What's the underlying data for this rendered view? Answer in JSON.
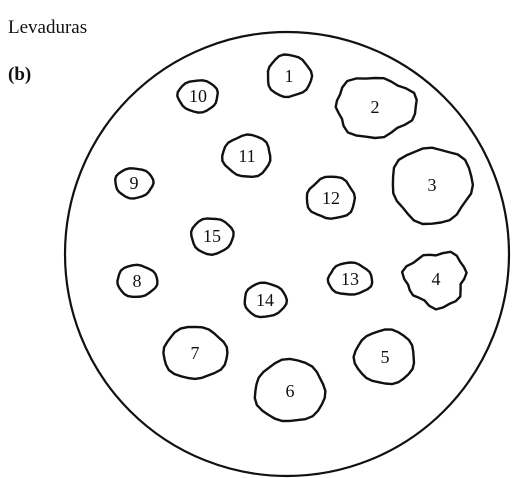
{
  "figure": {
    "title": "Levaduras",
    "panel_label": "(b)"
  },
  "colonies": [
    {
      "label": "1"
    },
    {
      "label": "2"
    },
    {
      "label": "3"
    },
    {
      "label": "4"
    },
    {
      "label": "5"
    },
    {
      "label": "6"
    },
    {
      "label": "7"
    },
    {
      "label": "8"
    },
    {
      "label": "9"
    },
    {
      "label": "10"
    },
    {
      "label": "11"
    },
    {
      "label": "12"
    },
    {
      "label": "13"
    },
    {
      "label": "14"
    },
    {
      "label": "15"
    }
  ]
}
